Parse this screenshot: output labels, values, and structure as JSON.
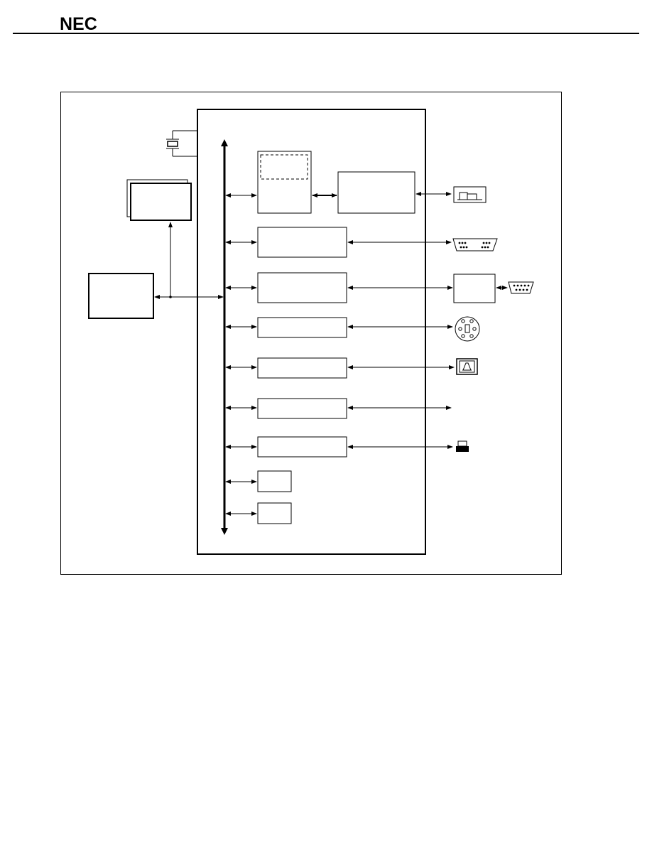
{
  "header": {
    "logo_text": "NEC"
  },
  "diagram": {
    "frame": "block-diagram",
    "chip_blocks": [
      {
        "id": "cpu-core",
        "label": ""
      },
      {
        "id": "memory-controller",
        "label": ""
      },
      {
        "id": "peripheral-1",
        "label": ""
      },
      {
        "id": "peripheral-2",
        "label": ""
      },
      {
        "id": "peripheral-3",
        "label": ""
      },
      {
        "id": "peripheral-4",
        "label": ""
      },
      {
        "id": "peripheral-5",
        "label": ""
      },
      {
        "id": "peripheral-6",
        "label": ""
      },
      {
        "id": "small-block-1",
        "label": ""
      },
      {
        "id": "small-block-2",
        "label": ""
      }
    ],
    "external_devices": [
      {
        "icon": "memory-module-icon"
      },
      {
        "icon": "serial-connector-icon"
      },
      {
        "icon": "db9-connector-icon"
      },
      {
        "icon": "ps2-connector-icon"
      },
      {
        "icon": "display-icon"
      },
      {
        "icon": "terminal-plug-icon"
      }
    ]
  }
}
